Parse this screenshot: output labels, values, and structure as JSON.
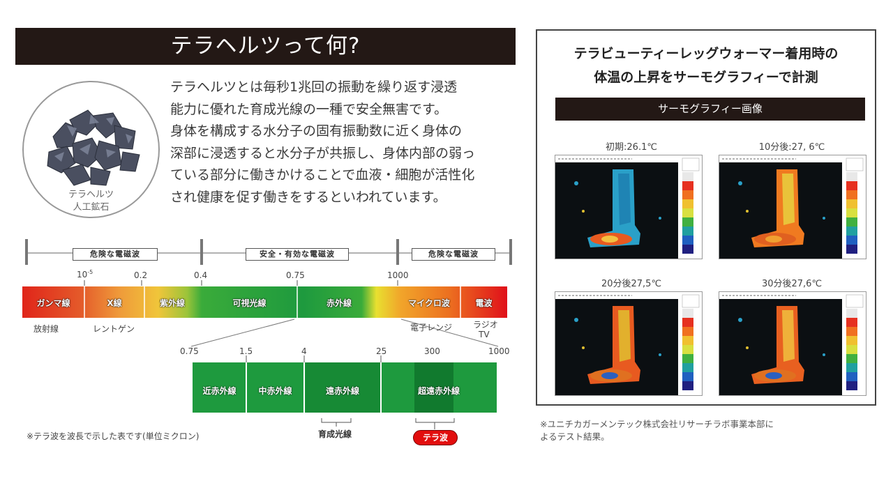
{
  "left": {
    "title": "テラヘルツって何?",
    "stone_label_1": "テラヘルツ",
    "stone_label_2": "人工鉱石",
    "intro": "テラヘルツとは毎秒1兆回の振動を繰り返す浸透\n能力に優れた育成光線の一種で安全無害です。\n身体を構成する水分子の固有振動数に近く身体の\n深部に浸透すると水分子が共振し、身体内部の弱っ\nている部分に働きかけることで血液・細胞が活性化\nされ健康を促す働きをするといわれています。"
  },
  "spectrum": {
    "ranges": [
      "危険な電磁波",
      "安全・有効な電磁波",
      "危険な電磁波"
    ],
    "ticks": [
      "10",
      "0.2",
      "0.4",
      "0.75",
      "1000"
    ],
    "tick_exponent": "-5",
    "bands": [
      "ガンマ線",
      "X線",
      "紫外線",
      "可視光線",
      "赤外線",
      "マイクロ波",
      "電波"
    ],
    "below": [
      "放射線",
      "レントゲン",
      "電子レンジ",
      "ラジオ",
      "TV"
    ],
    "ir_ticks": [
      "0.75",
      "1.5",
      "4",
      "25",
      "300",
      "1000"
    ],
    "ir_bands": [
      "近赤外線",
      "中赤外線",
      "遠赤外線",
      "超遠赤外線"
    ],
    "growth_label": "育成光線",
    "tera_label": "テラ波",
    "note": "※テラ波を波長で示した表です(単位ミクロン)"
  },
  "right": {
    "title_1": "テラビューティーレッグウォーマー着用時の",
    "title_2": "体温の上昇をサーモグラフィーで計測",
    "bar": "サーモグラフィー画像",
    "captions": [
      "初期:26.1℃",
      "10分後:27, 6℃",
      "20分後27,5℃",
      "30分後27,6℃"
    ],
    "source": "※ユニチカガーメンテック株式会社リサーチラボ事業本部に\nよるテスト結果。"
  },
  "colors": {
    "header_bg": "#231815",
    "gamma": "#e0251a",
    "visible": "#3aab3a",
    "infrared": "#1e9a3e",
    "badge": "#e20e0e"
  }
}
